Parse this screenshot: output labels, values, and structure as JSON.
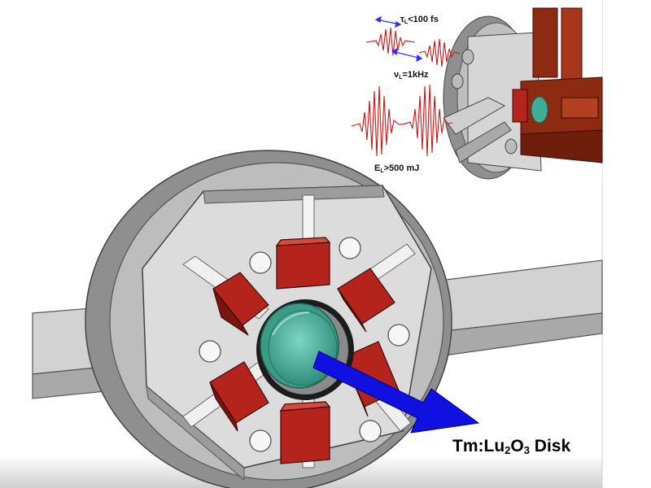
{
  "labels": {
    "pulse_duration": {
      "symbol": "τ",
      "sub": "L",
      "text": "<100 fs"
    },
    "repetition_rate": {
      "symbol": "ν",
      "sub": "L",
      "text": "=1kHz"
    },
    "pulse_energy": {
      "symbol": "E",
      "sub": "L",
      "text": ">500 mJ"
    },
    "disk": {
      "prefix": "Tm:Lu",
      "sub1": "2",
      "mid": "O",
      "sub2": "3",
      "suffix": " Disk"
    }
  },
  "colors": {
    "metal_light": "#d9d9d9",
    "metal_mid": "#bdbdbd",
    "metal_dark": "#8c8c8c",
    "clamp_red": "#b5241c",
    "clamp_red_dark": "#7a1510",
    "crystal_teal": "#3fae98",
    "arrow_blue": "#1010e0",
    "pulse_red": "#c81818",
    "copper": "#8c2a12"
  }
}
